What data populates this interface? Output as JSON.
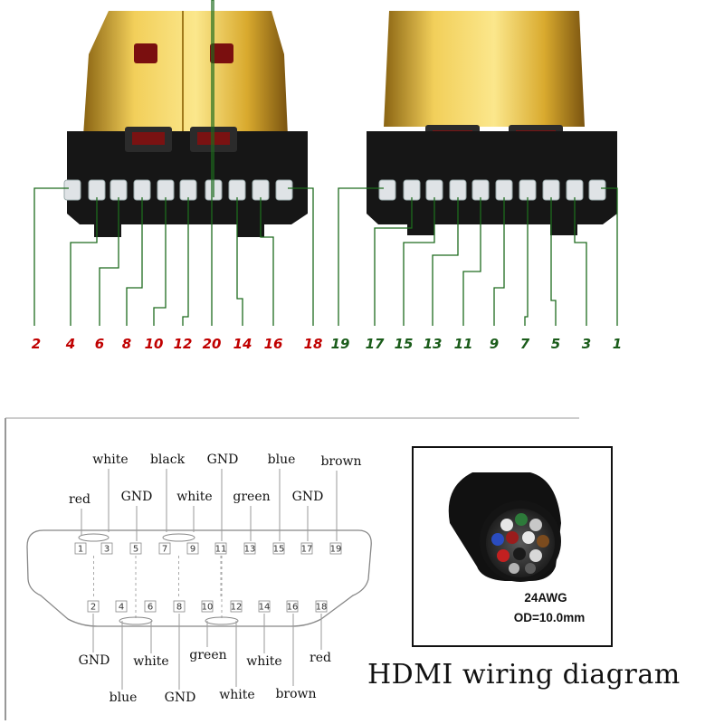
{
  "connector_even_pins": [
    "2",
    "4",
    "6",
    "8",
    "10",
    "12",
    "20",
    "14",
    "16",
    "18"
  ],
  "connector_odd_pins": [
    "19",
    "17",
    "15",
    "13",
    "11",
    "9",
    "7",
    "5",
    "3",
    "1"
  ],
  "pinout": {
    "top_row_pins": [
      "1",
      "3",
      "5",
      "7",
      "9",
      "11",
      "13",
      "15",
      "17",
      "19"
    ],
    "bottom_row_pins": [
      "2",
      "4",
      "6",
      "8",
      "10",
      "12",
      "14",
      "16",
      "18"
    ],
    "top_labels_outer": [
      "white",
      "black",
      "GND",
      "blue",
      "brown"
    ],
    "top_labels_inner": [
      "red",
      "GND",
      "white",
      "green",
      "GND"
    ],
    "bottom_labels_inner": [
      "GND",
      "white",
      "green",
      "white",
      "red"
    ],
    "bottom_labels_outer": [
      "blue",
      "GND",
      "white",
      "brown"
    ]
  },
  "cable": {
    "gauge": "24AWG",
    "diameter": "OD=10.0mm"
  },
  "title": "HDMI wiring diagram",
  "colors": {
    "even_pin_label": "#c00000",
    "odd_pin_label": "#1a5c1a",
    "leader_line": "#1d6b1d",
    "gold": "#d4a72c"
  }
}
